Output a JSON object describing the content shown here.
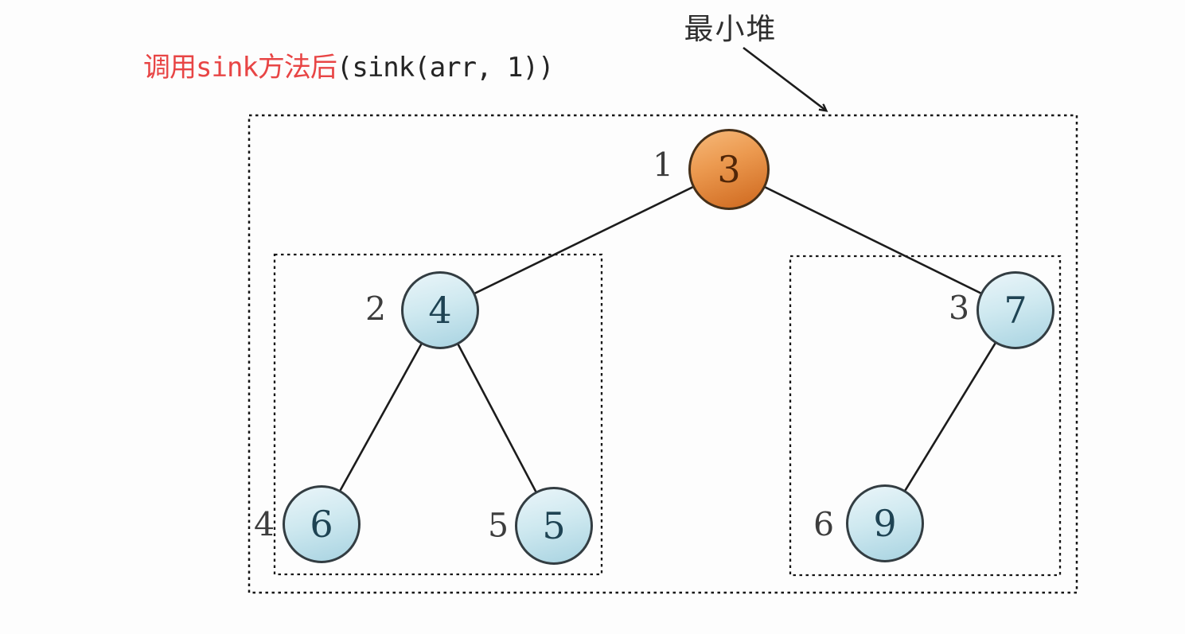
{
  "title": {
    "red_text": "调用sink方法后",
    "code_text": "(sink(arr, 1))"
  },
  "annotation": {
    "label": "最小堆"
  },
  "heap": {
    "type": "min-heap",
    "array_order": [
      "3",
      "4",
      "7",
      "6",
      "5",
      "9"
    ],
    "nodes": [
      {
        "index": "1",
        "value": "3",
        "highlighted": true
      },
      {
        "index": "2",
        "value": "4",
        "highlighted": false
      },
      {
        "index": "3",
        "value": "7",
        "highlighted": false
      },
      {
        "index": "4",
        "value": "6",
        "highlighted": false
      },
      {
        "index": "5",
        "value": "5",
        "highlighted": false
      },
      {
        "index": "6",
        "value": "9",
        "highlighted": false
      }
    ],
    "edges": [
      {
        "from": "1",
        "to": "2"
      },
      {
        "from": "1",
        "to": "3"
      },
      {
        "from": "2",
        "to": "4"
      },
      {
        "from": "2",
        "to": "5"
      },
      {
        "from": "3",
        "to": "6"
      }
    ]
  },
  "colors": {
    "highlight_node": "#ce671d",
    "normal_node": "#a8d3e1",
    "title_red": "#e84545",
    "line": "#1c1c1c"
  }
}
